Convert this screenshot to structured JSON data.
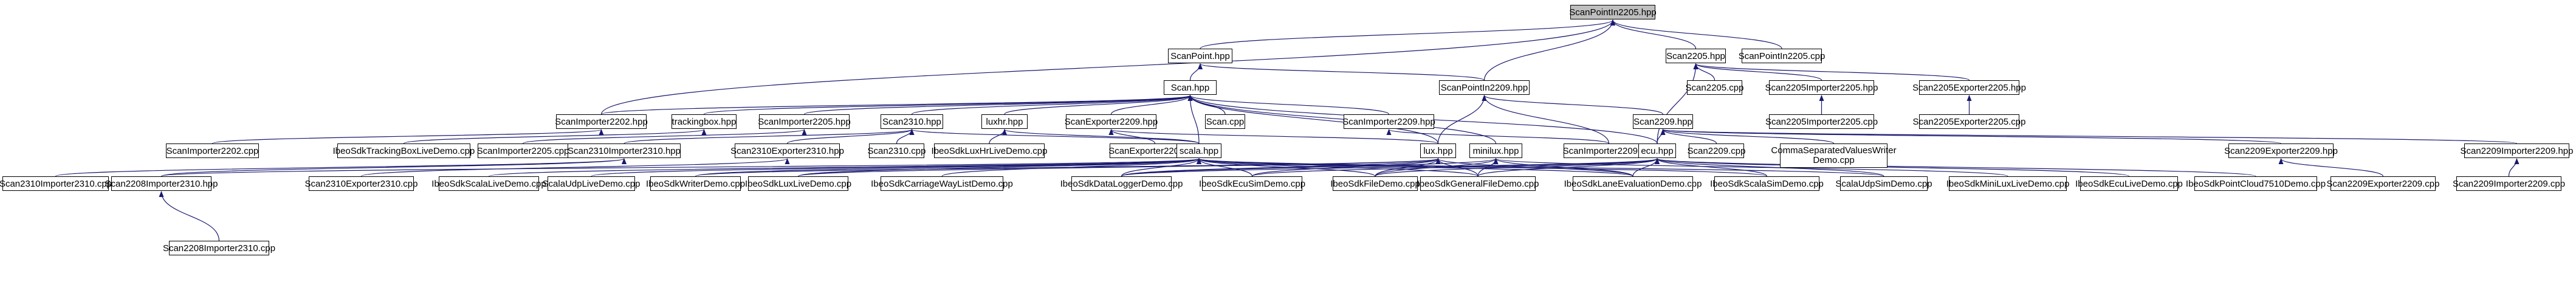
{
  "diagram": {
    "type": "include-dependency-graph",
    "colors": {
      "edge": "#191970",
      "node_border": "#000000",
      "current_fill": "#bfbfbf",
      "node_fill": "#ffffff"
    },
    "nodes": [
      {
        "id": "n0",
        "label": "ScanPointIn2205.hpp",
        "current": true
      },
      {
        "id": "n1",
        "label": "ScanPoint.hpp"
      },
      {
        "id": "n2",
        "label": "Scan2205.hpp"
      },
      {
        "id": "n3",
        "label": "ScanPointIn2205.cpp"
      },
      {
        "id": "n4",
        "label": "Scan.hpp"
      },
      {
        "id": "n5",
        "label": "ScanPointIn2209.hpp"
      },
      {
        "id": "n6",
        "label": "Scan2205.cpp"
      },
      {
        "id": "n7",
        "label": "Scan2205Importer2205.hpp"
      },
      {
        "id": "n8",
        "label": "Scan2205Exporter2205.hpp"
      },
      {
        "id": "n9",
        "label": "ScanImporter2202.hpp"
      },
      {
        "id": "n10",
        "label": "trackingbox.hpp"
      },
      {
        "id": "n11",
        "label": "ScanImporter2205.hpp"
      },
      {
        "id": "n12",
        "label": "Scan2310.hpp"
      },
      {
        "id": "n13",
        "label": "luxhr.hpp"
      },
      {
        "id": "n14",
        "label": "ScanExporter2209.hpp"
      },
      {
        "id": "n15",
        "label": "Scan.cpp"
      },
      {
        "id": "n16",
        "label": "ScanImporter2209.hpp"
      },
      {
        "id": "n17",
        "label": "Scan2209.hpp"
      },
      {
        "id": "n18",
        "label": "Scan2205Importer2205.cpp"
      },
      {
        "id": "n19",
        "label": "Scan2205Exporter2205.cpp"
      },
      {
        "id": "n20",
        "label": "ScanImporter2202.cpp"
      },
      {
        "id": "n21",
        "label": "IbeoSdkTrackingBoxLiveDemo.cpp"
      },
      {
        "id": "n22",
        "label": "ScanImporter2205.cpp"
      },
      {
        "id": "n23",
        "label": "Scan2310Importer2310.hpp"
      },
      {
        "id": "n24",
        "label": "Scan2310Exporter2310.hpp"
      },
      {
        "id": "n25",
        "label": "Scan2310.cpp"
      },
      {
        "id": "n26",
        "label": "IbeoSdkLuxHrLiveDemo.cpp"
      },
      {
        "id": "n27",
        "label": "ScanExporter2209.cpp"
      },
      {
        "id": "n28",
        "label": "scala.hpp"
      },
      {
        "id": "n29",
        "label": "lux.hpp"
      },
      {
        "id": "n30",
        "label": "minilux.hpp"
      },
      {
        "id": "n31",
        "label": "ScanImporter2209.cpp"
      },
      {
        "id": "n32",
        "label": "ecu.hpp"
      },
      {
        "id": "n33",
        "label": "Scan2209.cpp"
      },
      {
        "id": "n34",
        "label": "CommaSeparatedValuesWriter\nDemo.cpp"
      },
      {
        "id": "n35",
        "label": "Scan2209Exporter2209.hpp"
      },
      {
        "id": "n36",
        "label": "Scan2209Importer2209.hpp"
      },
      {
        "id": "n37",
        "label": "Scan2310Importer2310.cpp"
      },
      {
        "id": "n38",
        "label": "Scan2208Importer2310.hpp"
      },
      {
        "id": "n39",
        "label": "Scan2310Exporter2310.cpp"
      },
      {
        "id": "n40",
        "label": "IbeoSdkScalaLiveDemo.cpp"
      },
      {
        "id": "n41",
        "label": "ScalaUdpLiveDemo.cpp"
      },
      {
        "id": "n42",
        "label": "IbeoSdkWriterDemo.cpp"
      },
      {
        "id": "n43",
        "label": "IbeoSdkLuxLiveDemo.cpp"
      },
      {
        "id": "n44",
        "label": "IbeoSdkCarriageWayListDemo.cpp"
      },
      {
        "id": "n45",
        "label": "IbeoSdkDataLoggerDemo.cpp"
      },
      {
        "id": "n46",
        "label": "IbeoSdkEcuSimDemo.cpp"
      },
      {
        "id": "n47",
        "label": "IbeoSdkFileDemo.cpp"
      },
      {
        "id": "n48",
        "label": "IbeoSdkGeneralFileDemo.cpp"
      },
      {
        "id": "n49",
        "label": "IbeoSdkLaneEvaluationDemo.cpp"
      },
      {
        "id": "n50",
        "label": "IbeoSdkScalaSimDemo.cpp"
      },
      {
        "id": "n51",
        "label": "ScalaUdpSimDemo.cpp"
      },
      {
        "id": "n52",
        "label": "IbeoSdkMiniLuxLiveDemo.cpp"
      },
      {
        "id": "n53",
        "label": "IbeoSdkEcuLiveDemo.cpp"
      },
      {
        "id": "n54",
        "label": "IbeoSdkPointCloud7510Demo.cpp"
      },
      {
        "id": "n55",
        "label": "Scan2209Exporter2209.cpp"
      },
      {
        "id": "n56",
        "label": "Scan2209Importer2209.cpp"
      },
      {
        "id": "n57",
        "label": "Scan2208Importer2310.cpp"
      }
    ],
    "edges": [
      [
        "n1",
        "n0"
      ],
      [
        "n2",
        "n0"
      ],
      [
        "n3",
        "n0"
      ],
      [
        "n5",
        "n0"
      ],
      [
        "n9",
        "n0"
      ],
      [
        "n4",
        "n1"
      ],
      [
        "n5",
        "n1"
      ],
      [
        "n6",
        "n2"
      ],
      [
        "n7",
        "n2"
      ],
      [
        "n8",
        "n2"
      ],
      [
        "n32",
        "n2"
      ],
      [
        "n9",
        "n4"
      ],
      [
        "n10",
        "n4"
      ],
      [
        "n11",
        "n4"
      ],
      [
        "n12",
        "n4"
      ],
      [
        "n13",
        "n4"
      ],
      [
        "n14",
        "n4"
      ],
      [
        "n15",
        "n4"
      ],
      [
        "n16",
        "n4"
      ],
      [
        "n28",
        "n4"
      ],
      [
        "n29",
        "n4"
      ],
      [
        "n30",
        "n4"
      ],
      [
        "n32",
        "n4"
      ],
      [
        "n17",
        "n5"
      ],
      [
        "n31",
        "n5"
      ],
      [
        "n29",
        "n5"
      ],
      [
        "n18",
        "n7"
      ],
      [
        "n19",
        "n8"
      ],
      [
        "n20",
        "n9"
      ],
      [
        "n21",
        "n10"
      ],
      [
        "n22",
        "n11"
      ],
      [
        "n23",
        "n12"
      ],
      [
        "n24",
        "n12"
      ],
      [
        "n25",
        "n12"
      ],
      [
        "n28",
        "n12"
      ],
      [
        "n26",
        "n13"
      ],
      [
        "n28",
        "n13"
      ],
      [
        "n27",
        "n14"
      ],
      [
        "n29",
        "n14"
      ],
      [
        "n31",
        "n16"
      ],
      [
        "n32",
        "n17"
      ],
      [
        "n33",
        "n17"
      ],
      [
        "n34",
        "n17"
      ],
      [
        "n35",
        "n17"
      ],
      [
        "n36",
        "n17"
      ],
      [
        "n37",
        "n23"
      ],
      [
        "n38",
        "n23"
      ],
      [
        "n39",
        "n24"
      ],
      [
        "n38",
        "n28"
      ],
      [
        "n40",
        "n28"
      ],
      [
        "n41",
        "n28"
      ],
      [
        "n42",
        "n28"
      ],
      [
        "n43",
        "n28"
      ],
      [
        "n44",
        "n28"
      ],
      [
        "n45",
        "n28"
      ],
      [
        "n46",
        "n28"
      ],
      [
        "n47",
        "n28"
      ],
      [
        "n48",
        "n28"
      ],
      [
        "n49",
        "n28"
      ],
      [
        "n50",
        "n28"
      ],
      [
        "n51",
        "n28"
      ],
      [
        "n42",
        "n29"
      ],
      [
        "n43",
        "n29"
      ],
      [
        "n45",
        "n29"
      ],
      [
        "n46",
        "n29"
      ],
      [
        "n47",
        "n29"
      ],
      [
        "n48",
        "n29"
      ],
      [
        "n49",
        "n29"
      ],
      [
        "n45",
        "n30"
      ],
      [
        "n47",
        "n30"
      ],
      [
        "n48",
        "n30"
      ],
      [
        "n49",
        "n30"
      ],
      [
        "n52",
        "n30"
      ],
      [
        "n45",
        "n32"
      ],
      [
        "n46",
        "n32"
      ],
      [
        "n47",
        "n32"
      ],
      [
        "n48",
        "n32"
      ],
      [
        "n49",
        "n32"
      ],
      [
        "n50",
        "n32"
      ],
      [
        "n51",
        "n32"
      ],
      [
        "n53",
        "n32"
      ],
      [
        "n54",
        "n32"
      ],
      [
        "n55",
        "n35"
      ],
      [
        "n56",
        "n36"
      ],
      [
        "n57",
        "n38"
      ]
    ]
  }
}
